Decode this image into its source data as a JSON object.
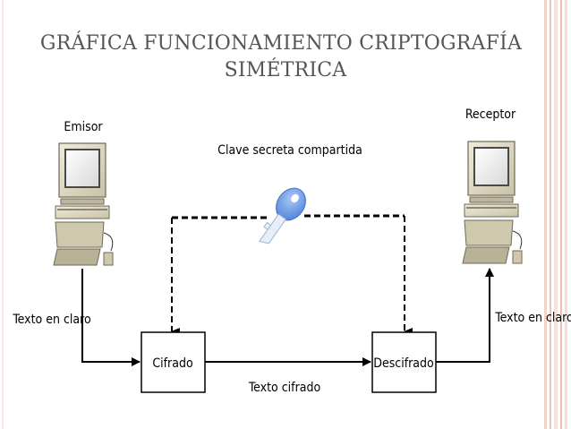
{
  "title": {
    "line1": "GRÁFICA FUNCIONAMIENTO CRIPTOGRAFÍA",
    "line2": "SIMÉTRICA"
  },
  "diagram": {
    "sender_label": "Emisor",
    "receiver_label": "Receptor",
    "shared_key_label": "Clave secreta compartida",
    "plaintext_in_label": "Texto en claro",
    "plaintext_out_label": "Texto en claro",
    "encrypt_box_label": "Cifrado",
    "decrypt_box_label": "Descifrado",
    "ciphertext_label": "Texto cifrado"
  },
  "colors": {
    "title": "#555555",
    "stripe_accent": "#e8a99a",
    "key_blue": "#6f9ee6",
    "line": "#000000"
  },
  "icons": {
    "sender": "computer-icon",
    "receiver": "computer-icon",
    "key": "key-icon"
  }
}
